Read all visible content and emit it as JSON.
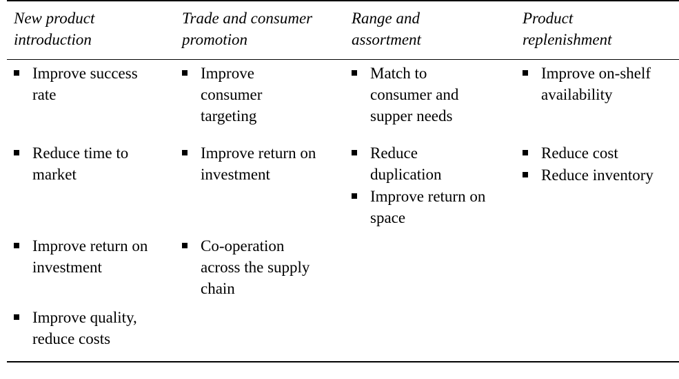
{
  "columns": [
    {
      "header": "New product\nintroduction",
      "items": [
        "Improve success\nrate",
        "Reduce time to\nmarket",
        "Improve return on\ninvestment",
        "Improve quality,\nreduce costs"
      ]
    },
    {
      "header": "Trade and consumer\npromotion",
      "items": [
        "Improve\nconsumer\ntargeting",
        "Improve return on\ninvestment",
        "Co-operation\nacross the supply\nchain"
      ]
    },
    {
      "header": "Range and\nassortment",
      "items": [
        "Match to\nconsumer and\nsupper needs",
        "Reduce\nduplication",
        "Improve return on\nspace"
      ]
    },
    {
      "header": "Product\nreplenishment",
      "items": [
        "Improve on-shelf\navailability",
        "Reduce cost",
        "Reduce inventory"
      ]
    }
  ]
}
